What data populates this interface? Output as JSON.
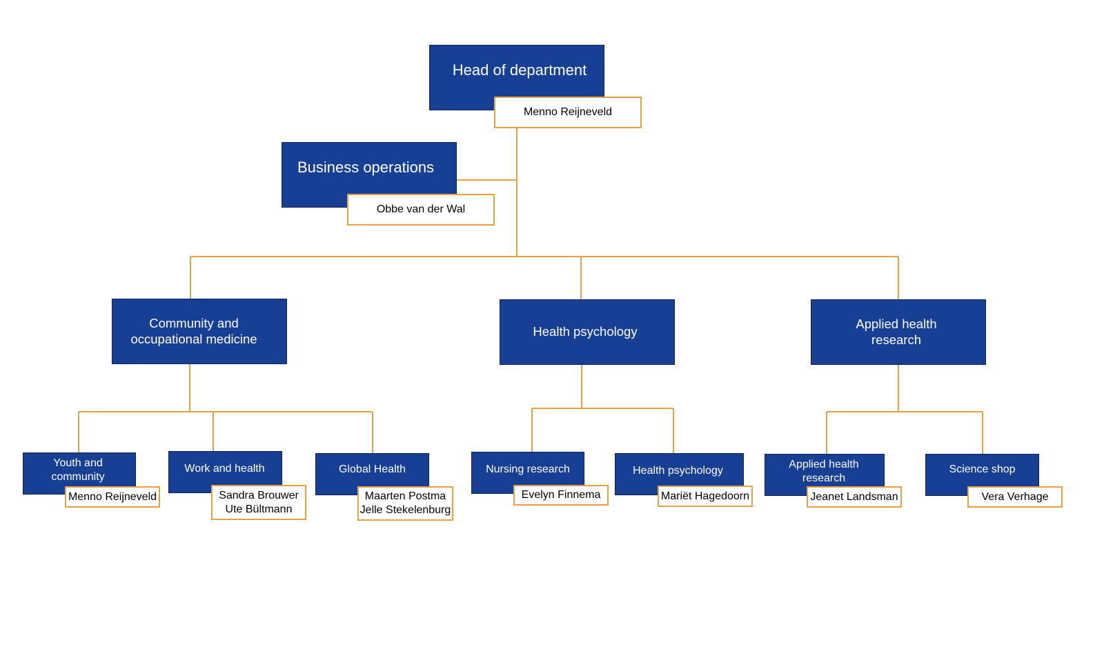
{
  "head": {
    "title": "Head of department",
    "person": "Menno Reijneveld"
  },
  "business": {
    "title": "Business operations",
    "person": "Obbe van der Wal"
  },
  "divisions": [
    {
      "title": "Community and\noccupational medicine"
    },
    {
      "title": "Health psychology"
    },
    {
      "title": "Applied health\nresearch"
    }
  ],
  "groups": [
    {
      "title": "Youth and\ncommunity",
      "person": "Menno Reijneveld"
    },
    {
      "title": "Work and health",
      "person": "Sandra Brouwer\nUte Bültmann"
    },
    {
      "title": "Global Health",
      "person": "Maarten Postma\nJelle Stekelenburg"
    },
    {
      "title": "Nursing research",
      "person": "Evelyn Finnema"
    },
    {
      "title": "Health psychology",
      "person": "Mariët Hagedoorn"
    },
    {
      "title": "Applied health\nresearch",
      "person": "Jeanet Landsman"
    },
    {
      "title": "Science shop",
      "person": "Vera Verhage"
    }
  ],
  "colors": {
    "unit_fill": "#173f93",
    "connector": "#e8a13f",
    "person_border": "#e8a13f"
  }
}
